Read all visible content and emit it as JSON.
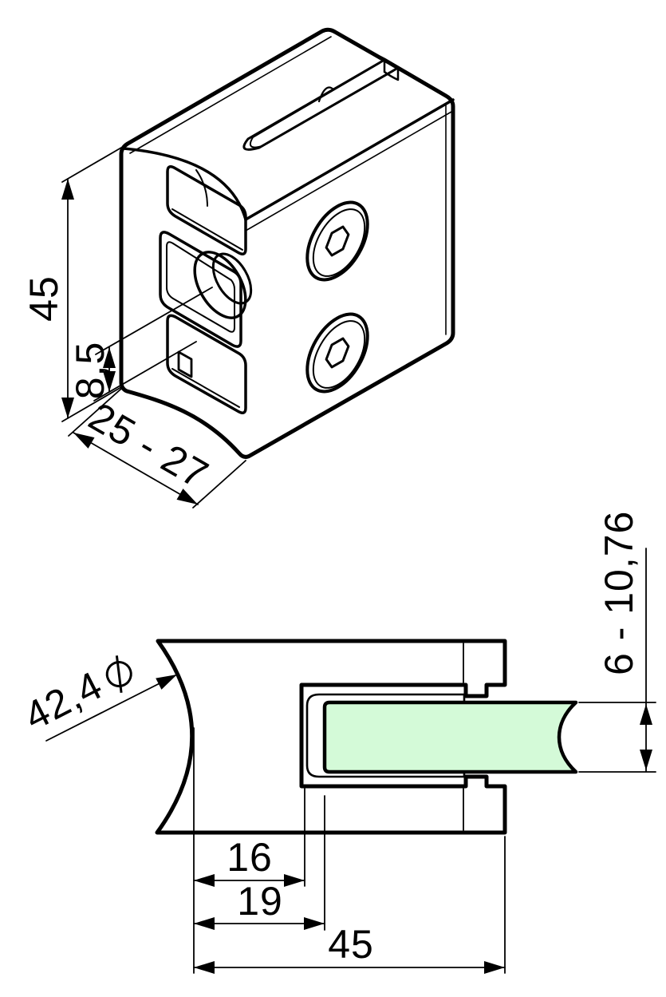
{
  "drawing": {
    "background": "#ffffff",
    "line_color": "#000000",
    "glass_color": "#d4fad8",
    "isometric_view": {
      "dims": {
        "height": "45",
        "hole_offset": "8,5",
        "depth_range": "25 - 27"
      }
    },
    "section_view": {
      "dims": {
        "tube_diameter": "42,4",
        "glass_thickness_range": "6 - 10,76",
        "slot_depth": "16",
        "glass_inset": "19",
        "width": "45"
      }
    }
  }
}
